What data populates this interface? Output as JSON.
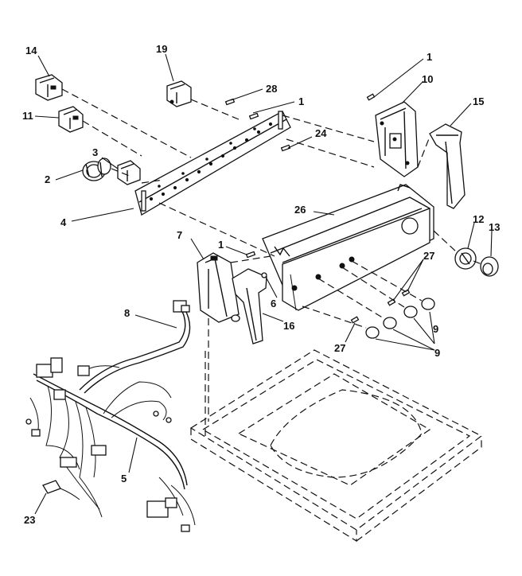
{
  "diagram": {
    "callouts": [
      {
        "id": "c14",
        "text": "14"
      },
      {
        "id": "c19",
        "text": "19"
      },
      {
        "id": "c28",
        "text": "28"
      },
      {
        "id": "c1a",
        "text": "1"
      },
      {
        "id": "c1b",
        "text": "1"
      },
      {
        "id": "c10",
        "text": "10"
      },
      {
        "id": "c15",
        "text": "15"
      },
      {
        "id": "c11",
        "text": "11"
      },
      {
        "id": "c24",
        "text": "24"
      },
      {
        "id": "c3",
        "text": "3"
      },
      {
        "id": "c2",
        "text": "2"
      },
      {
        "id": "c26",
        "text": "26"
      },
      {
        "id": "c4",
        "text": "4"
      },
      {
        "id": "c12",
        "text": "12"
      },
      {
        "id": "c13",
        "text": "13"
      },
      {
        "id": "c7",
        "text": "7"
      },
      {
        "id": "c1c",
        "text": "1"
      },
      {
        "id": "c27a",
        "text": "27"
      },
      {
        "id": "c6",
        "text": "6"
      },
      {
        "id": "c8",
        "text": "8"
      },
      {
        "id": "c16",
        "text": "16"
      },
      {
        "id": "c9a",
        "text": "9"
      },
      {
        "id": "c27b",
        "text": "27"
      },
      {
        "id": "c9b",
        "text": "9"
      },
      {
        "id": "c5",
        "text": "5"
      },
      {
        "id": "c23",
        "text": "23"
      }
    ]
  }
}
